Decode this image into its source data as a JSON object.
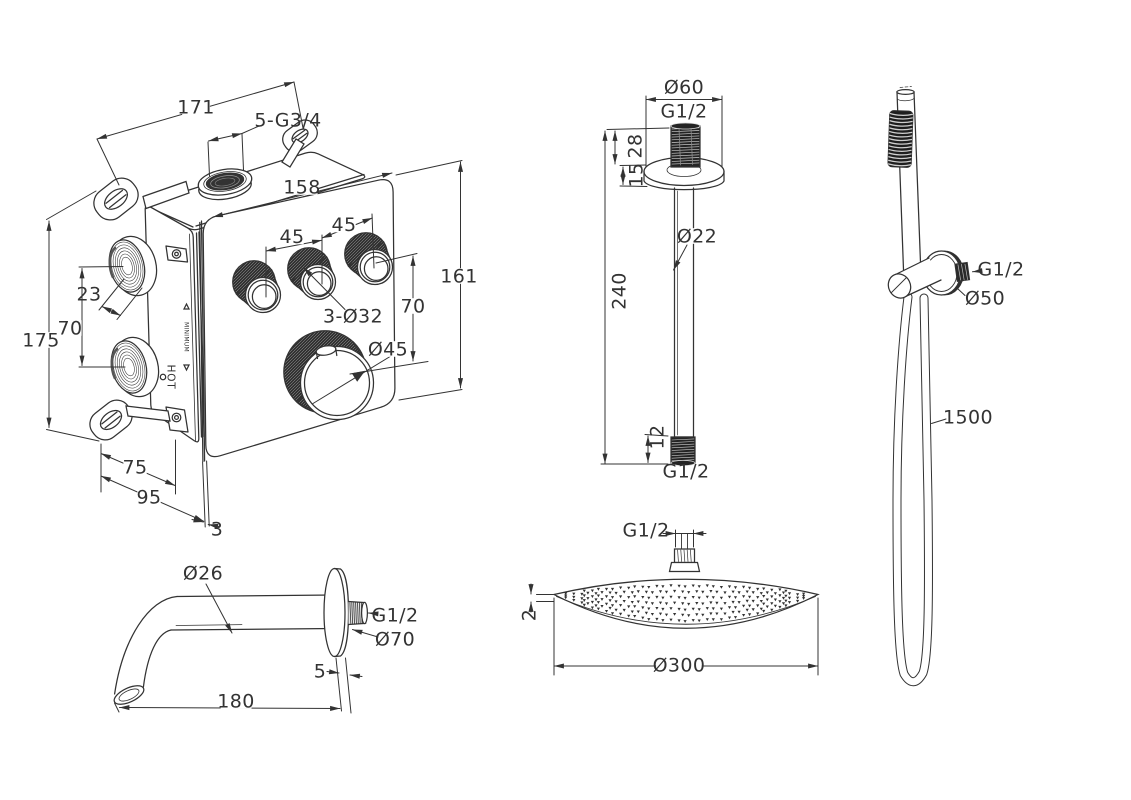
{
  "figure": {
    "type": "technical-drawing",
    "subject": "concealed thermostatic shower set - dimensional drawing",
    "background": "#ffffff",
    "line_color": "#333333"
  },
  "components": {
    "mixer_valve": {
      "name": "concealed 3-outlet thermostatic mixer body with trim plate",
      "labels": {
        "body_width": "171",
        "connections": "5-G3/4",
        "plate_width": "158",
        "knob_spacing_a": "45",
        "knob_spacing_b": "45",
        "volume_knobs_diameter": "3-Ø32",
        "knob_rows_offset": "70",
        "plate_height": "161",
        "temp_knob_diameter": "Ø45",
        "side_port_offset": "23",
        "side_ports_spacing": "70",
        "body_height": "175",
        "depth_body": "75",
        "depth_overall": "95",
        "plate_thickness": "3",
        "hot_marking": "HOT",
        "minimum_marking": "MINIMUM"
      }
    },
    "ceiling_arm": {
      "name": "ceiling-mounted shower arm",
      "labels": {
        "flange_diameter": "Ø60",
        "top_thread": "G1/2",
        "top_thread_length": "28",
        "flange_height": "15",
        "pipe_diameter": "Ø22",
        "length": "240",
        "bottom_thread_length": "12",
        "bottom_thread": "G1/2"
      }
    },
    "hand_shower": {
      "name": "hand shower with wall bracket and hose",
      "labels": {
        "outlet_thread": "G1/2",
        "escutcheon_diameter": "Ø50",
        "hose_length": "1500"
      }
    },
    "spout": {
      "name": "wall-mounted bath spout",
      "labels": {
        "pipe_diameter": "Ø26",
        "thread": "G1/2",
        "flange_diameter": "Ø70",
        "flange_thickness": "5",
        "projection": "180"
      }
    },
    "shower_head": {
      "name": "round rain shower head",
      "labels": {
        "thread": "G1/2",
        "rim_thickness": "2",
        "diameter": "Ø300"
      }
    }
  }
}
